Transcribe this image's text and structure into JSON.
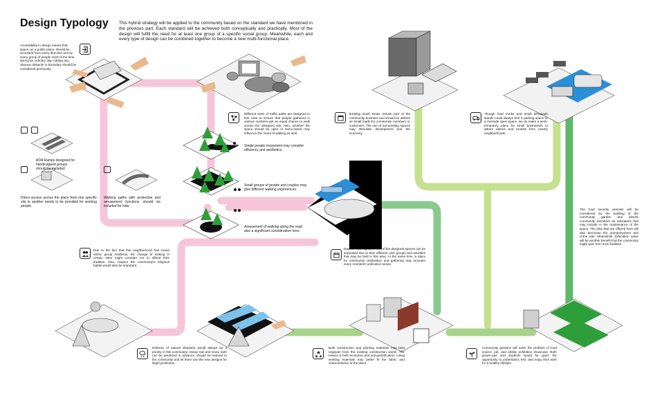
{
  "title": "Design Typology",
  "intro": "This hybrid strategy will be applied to the community based on the standard we have mentioned in the previous part. Each standard will be achieved both conceptually and practically.  Most of the design will fulfill the need for at least one group of a specific social group. Meanwhile, each and every type of design can be combined together to become a new multi-functional place.",
  "notes": {
    "accessibility": "Accessibility in design means that space, as a public place, should be accessed from every direction and by every group of people most of the time during an ordinary day. Adding any obvious obstacle or boundary should be considered previously.",
    "traffic_paths": "Different sizes of traffic paths are designed in this case to ensure that people gathered in various numbers get an equal chance to walk across the designed site. Also, whether the space should be open or semi-closed may influence the mood of walking as well.",
    "ada_ramps": "ADA Ramps designed for handicapped groups should be included",
    "single_people": "Single people movement may consider efficiency and aesthetics.",
    "direct_access": "Direct access across the place from one specific site to another needs to be provided for working people.",
    "walking_paths": "Walking paths with protection and amusement functions should be included for kids.",
    "small_groups": "Small groups of people and couples may give different walking experiences.",
    "amusement_road": "Amusement of walking along the road also a significant consideration here.",
    "ethnic": "Due to the fact that this neighborhood has mixed ethnic group residents, the change of looking in certain sites might consider not to offend their tradition. Also, respect the community's religious habits would also be important.",
    "day_night": "Daytime and nighttime use of the designed spaces can be separated due to their different user groups and activities that may be held in this area. At the same time, a place for community celebration and gathering may increase every members' unification sense.",
    "small_shops": "Existing small shops remain part of the community business and should be utilized as small loads for community members or customers. The use of surrounding spaces may stimulate development and the economy.",
    "food_trucks": "Though food trucks and small lemonade stands could always find a parking space or a riverside open space, we do make a semi-temporary place for small businesses to attract visitors and tourists from nearby neighborhoods.",
    "food_security": "The food security premise will be considered by the building of the community garden and absorb community members as volunteers that may include in the maintenance of the space. The jobs that are offered here will also decrease the unemployment and crime rate. Meanwhile, Education value will be another benefit that the community might gain from such facilities.",
    "disasters": "Defense of natural disasters would always be a priority in this community. Heavy rain and snow, both can be predicted in advance, should be warned to the community and let them use the new designs for slight protection.",
    "materials": "Both construction and planting materials may best originate from the existing construction works. The reason is both economic and anti-gentrification. Using existing materials may better fit the fabric and characteristics of the place",
    "gardens": "Community gardens will solve the problem of food source, job, and artistic exhibition showcase. Both grown-ups and students would be given the opportunity to understand, test, and enjoy their wish for a healthy lifestyle."
  },
  "colors": {
    "pink_path": "#f6c6d8",
    "green_light": "#c5e08f",
    "green_mid": "#8cc98e",
    "green_dark": "#5db968",
    "blue_accent": "#2a8fd8",
    "grass": "#2e9e3a"
  },
  "icons": [
    "exit-icon",
    "parents-icon",
    "wheelchair-icon",
    "kids-icon",
    "nodes-icon",
    "shop-icon",
    "truck-icon",
    "ethnic-icon",
    "calendar-icon",
    "weather-icon",
    "recycle-icon",
    "garden-icon"
  ]
}
